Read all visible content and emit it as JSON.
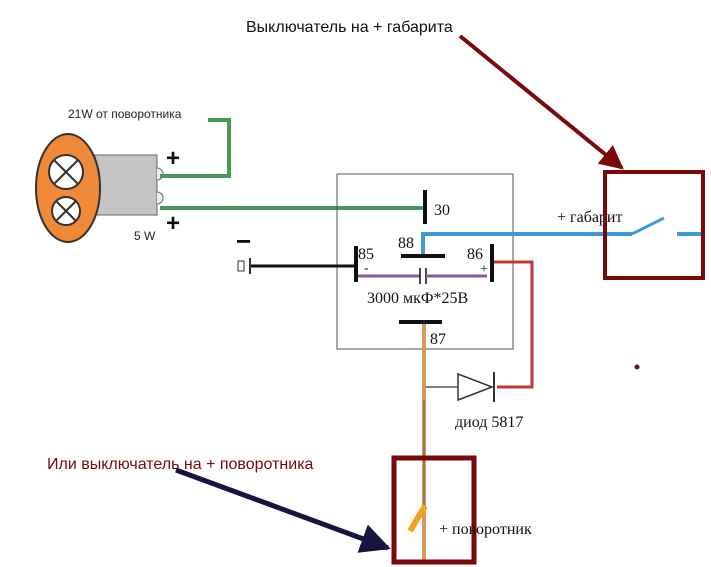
{
  "labels": {
    "switch_top": "Выключатель на + габарита",
    "switch_bottom": "Или выключатель на + поворотника",
    "bulb_21w": "21W от поворотника",
    "bulb_5w": "5 W",
    "plus": "+",
    "minus": "−",
    "pin_30": "30",
    "pin_85": "85",
    "pin_86": "86",
    "pin_87": "87",
    "pin_88": "88",
    "pin85_minus": "-",
    "pin86_plus": "+",
    "capacitor": "3000 мкФ*25В",
    "diode": "диод 5817",
    "gabarit": "+ габарит",
    "povorotnik": "+ поворотник"
  },
  "colors": {
    "green": "#4a9a55",
    "blue": "#3a9bd8",
    "purple": "#8a5a9a",
    "red_wire": "#c0393b",
    "orange_wire": "#d89a5a",
    "bulb_orange": "#ee8a3a",
    "dark_red": "#7a0a0a",
    "navy": "#151540"
  }
}
